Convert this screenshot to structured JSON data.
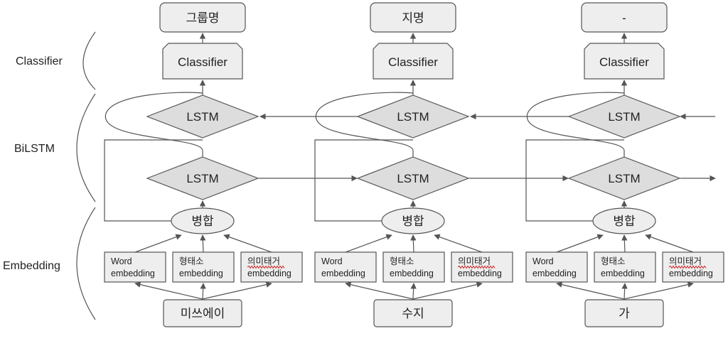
{
  "layers": {
    "classifier": "Classifier",
    "bilstm": "BiLSTM",
    "embedding": "Embedding"
  },
  "node_labels": {
    "classifier": "Classifier",
    "lstm": "LSTM",
    "merge": "병합"
  },
  "columns": [
    {
      "input": "미쓰에이",
      "output": "그룹명",
      "embeddings": [
        {
          "line1": "Word",
          "line2": "embedding"
        },
        {
          "line1": "형태소",
          "line2": "embedding"
        },
        {
          "line1": "의미태거",
          "line2": "embedding"
        }
      ]
    },
    {
      "input": "수지",
      "output": "지명",
      "embeddings": [
        {
          "line1": "Word",
          "line2": "embedding"
        },
        {
          "line1": "형태소",
          "line2": "embedding"
        },
        {
          "line1": "의미태거",
          "line2": "embedding"
        }
      ]
    },
    {
      "input": "가",
      "output": "-",
      "embeddings": [
        {
          "line1": "Word",
          "line2": "embedding"
        },
        {
          "line1": "형태소",
          "line2": "embedding"
        },
        {
          "line1": "의미태거",
          "line2": "embedding"
        }
      ]
    }
  ],
  "colors": {
    "box_fill": "#eeeeee",
    "diamond_fill": "#dddddd",
    "stroke": "#555555",
    "spellcheck_underline": "#cc2222"
  }
}
